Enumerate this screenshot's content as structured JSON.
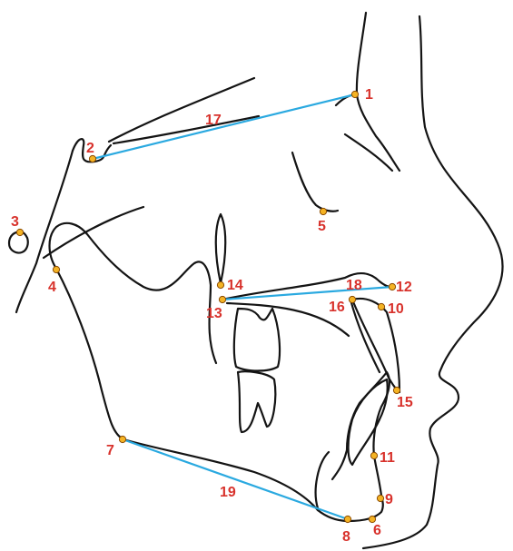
{
  "colors": {
    "tracing": "#141414",
    "line": "#2aa9e0",
    "point_fill": "#f4b324",
    "point_stroke": "#8a4a00",
    "label": "#d8322c"
  },
  "landmarks": [
    {
      "id": "1",
      "label": "1"
    },
    {
      "id": "2",
      "label": "2"
    },
    {
      "id": "3",
      "label": "3"
    },
    {
      "id": "4",
      "label": "4"
    },
    {
      "id": "5",
      "label": "5"
    },
    {
      "id": "6",
      "label": "6"
    },
    {
      "id": "7",
      "label": "7"
    },
    {
      "id": "8",
      "label": "8"
    },
    {
      "id": "9",
      "label": "9"
    },
    {
      "id": "10",
      "label": "10"
    },
    {
      "id": "11",
      "label": "11"
    },
    {
      "id": "12",
      "label": "12"
    },
    {
      "id": "13",
      "label": "13"
    },
    {
      "id": "14",
      "label": "14"
    },
    {
      "id": "15",
      "label": "15"
    },
    {
      "id": "16",
      "label": "16"
    }
  ],
  "lines": [
    {
      "id": "17",
      "label": "17",
      "from": "2",
      "to": "1"
    },
    {
      "id": "18",
      "label": "18",
      "from": "13",
      "to": "12"
    },
    {
      "id": "19",
      "label": "19",
      "from": "7",
      "to": "8"
    }
  ]
}
